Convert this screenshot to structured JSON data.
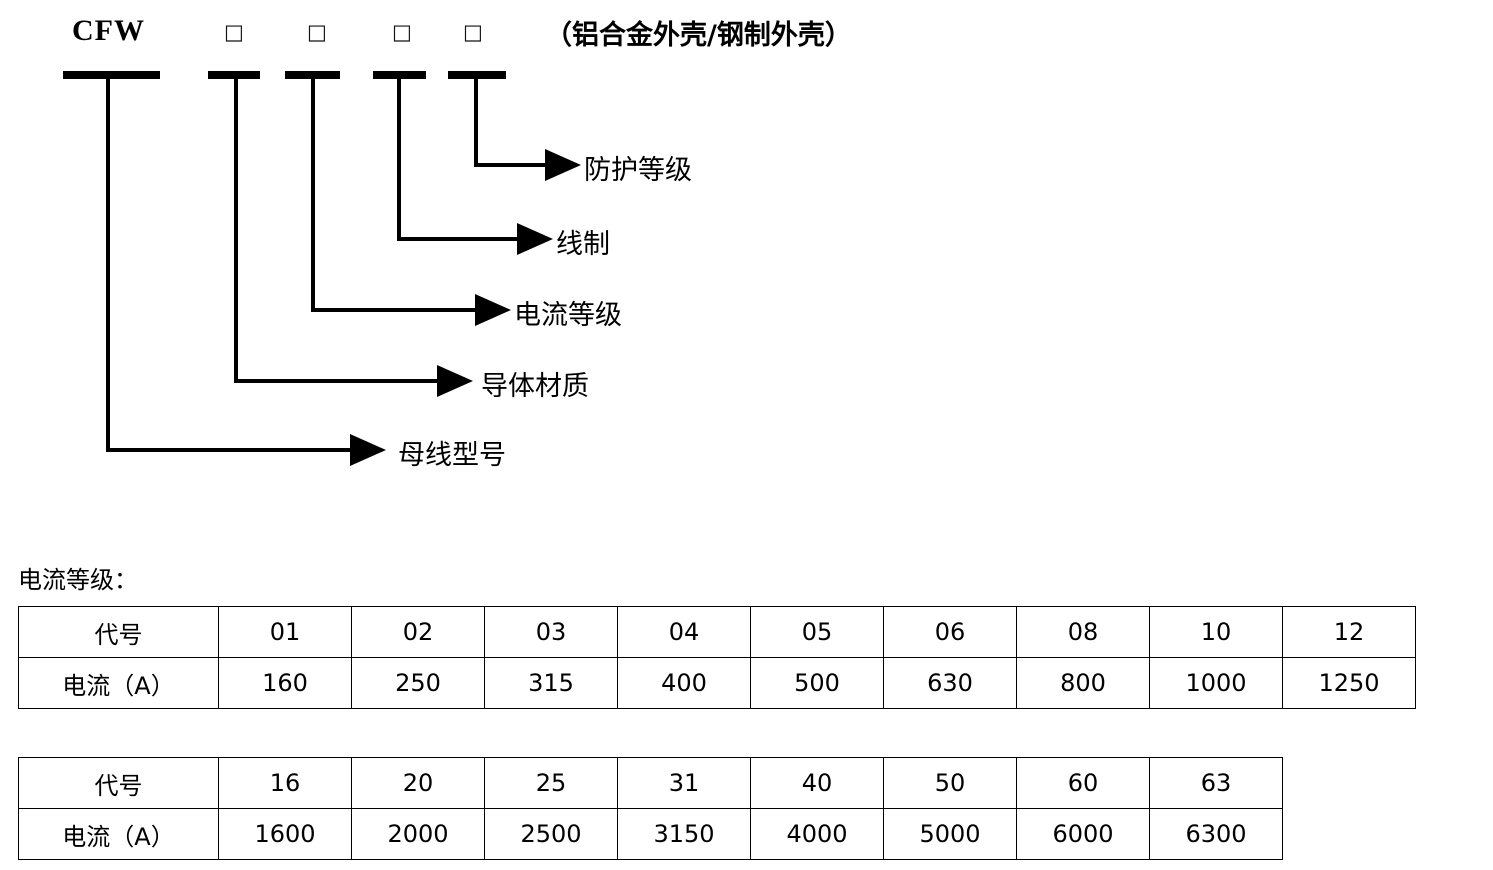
{
  "model_header": {
    "prefix": "CFW",
    "slots": [
      "□",
      "□",
      "□",
      "□"
    ],
    "housing_note": "（铝合金外壳/钢制外壳）"
  },
  "leaders": [
    {
      "id": "protection-level",
      "label": "防护等级"
    },
    {
      "id": "wiring-system",
      "label": "线制"
    },
    {
      "id": "current-rating",
      "label": "电流等级"
    },
    {
      "id": "conductor-material",
      "label": "导体材质"
    },
    {
      "id": "busbar-model",
      "label": "母线型号"
    }
  ],
  "current_section": {
    "caption": "电流等级：",
    "row_headers": {
      "code": "代号",
      "current": "电流（A）"
    },
    "table_low": {
      "codes": [
        "01",
        "02",
        "03",
        "04",
        "05",
        "06",
        "08",
        "10",
        "12"
      ],
      "currents": [
        "160",
        "250",
        "315",
        "400",
        "500",
        "630",
        "800",
        "1000",
        "1250"
      ]
    },
    "table_high": {
      "codes": [
        "16",
        "20",
        "25",
        "31",
        "40",
        "50",
        "60",
        "63"
      ],
      "currents": [
        "1600",
        "2000",
        "2500",
        "3150",
        "4000",
        "5000",
        "6000",
        "6300"
      ]
    }
  },
  "colors": {
    "ink": "#000000",
    "background": "#ffffff"
  }
}
